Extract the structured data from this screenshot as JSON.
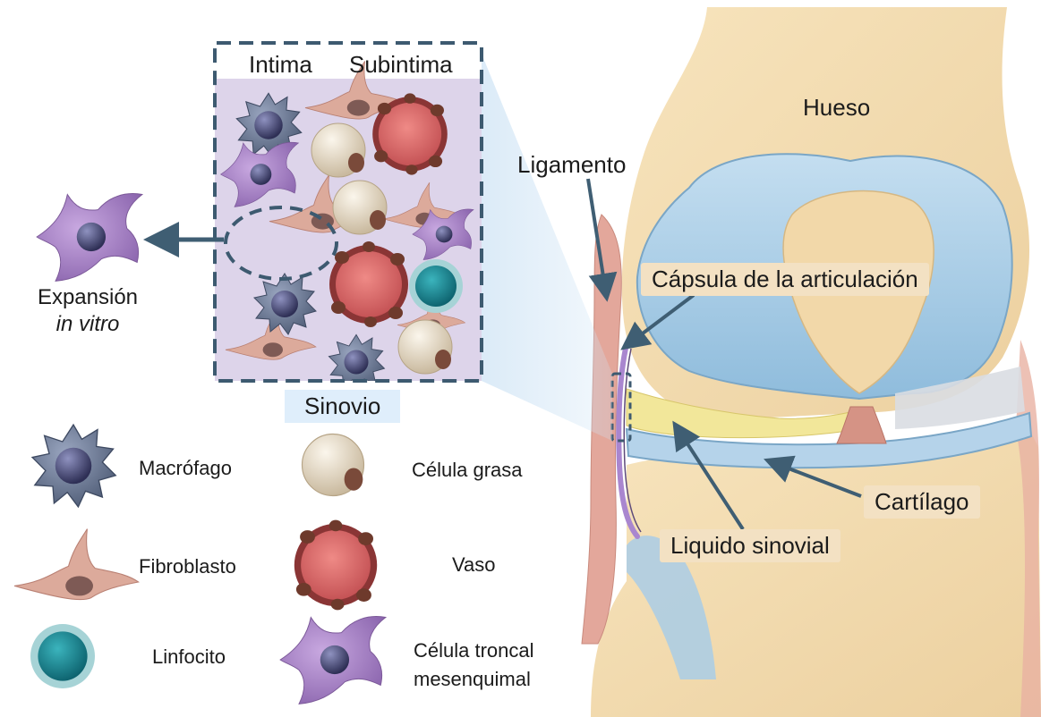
{
  "diagram": {
    "panel_titles": {
      "intima": "Intima",
      "subintima": "Subintima"
    },
    "panel_caption": "Sinovio",
    "expansion": {
      "line1": "Expansión",
      "line2": "in vitro"
    },
    "knee_labels": {
      "bone": "Hueso",
      "ligament": "Ligamento",
      "capsule": "Cápsula de la articulación",
      "cartilage": "Cartílago",
      "synovial_fluid": "Liquido sinovial"
    },
    "legend": {
      "macrophage": "Macrófago",
      "fat_cell": "Célula grasa",
      "fibroblast": "Fibroblasto",
      "vessel": "Vaso",
      "lymphocyte": "Linfocito",
      "stem_cell_line1": "Célula troncal",
      "stem_cell_line2": "mesenquimal"
    },
    "colors": {
      "bone": "#f3dcb0",
      "cartilage": "#a9cde6",
      "synovial_fluid": "#f2e79a",
      "ligament": "#e3a79b",
      "panel_background": "#ddd4ea",
      "dashed_border": "#3d5a70",
      "arrow": "#3f5e73",
      "macrophage": "#6a7892",
      "fat_cell": "#e7dcc8",
      "fibroblast": "#d8a799",
      "vessel": "#d9696a",
      "lymphocyte": "#1f8f9a",
      "stem_cell": "#a47fc4",
      "nucleus": "#3f3f6b"
    }
  }
}
